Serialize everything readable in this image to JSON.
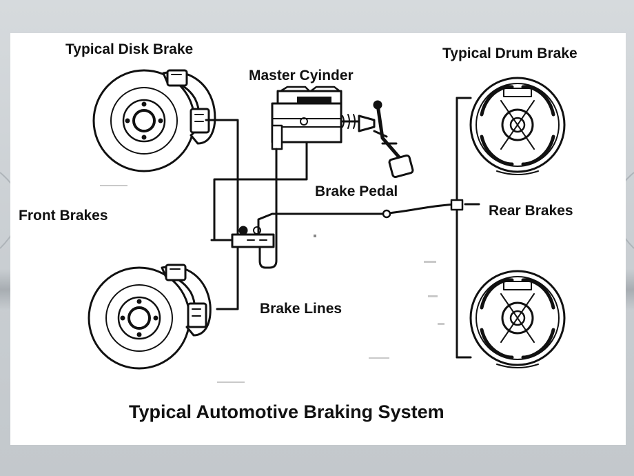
{
  "labels": {
    "disk_brake": "Typical Disk Brake",
    "master_cylinder": "Master Cyinder",
    "drum_brake": "Typical Drum Brake",
    "brake_pedal": "Brake Pedal",
    "front_brakes": "Front Brakes",
    "rear_brakes": "Rear Brakes",
    "brake_lines": "Brake Lines",
    "title": "Typical Automotive Braking System"
  }
}
